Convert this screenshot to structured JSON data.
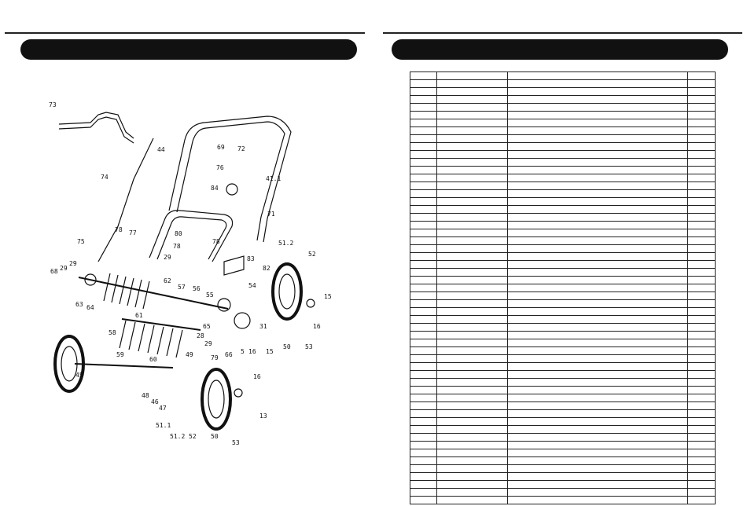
{
  "left_page": {
    "title": ""
  },
  "right_page": {
    "title": ""
  },
  "diagram_labels": {
    "l73": "73",
    "l74": "74",
    "l44": "44",
    "l69": "69",
    "l72": "72",
    "l76": "76",
    "l41_1": "41.1",
    "l84": "84",
    "l71": "71",
    "l78a": "78",
    "l77": "77",
    "l80": "80",
    "l78b": "78",
    "l75": "75",
    "l29a": "29",
    "l29b": "29",
    "l68": "68",
    "l63": "63",
    "l64": "64",
    "l29c": "29",
    "l78c": "78",
    "l83": "83",
    "l82": "82",
    "l51_2a": "51.2",
    "l52a": "52",
    "l62": "62",
    "l57": "57",
    "l56": "56",
    "l54": "54",
    "l55": "55",
    "l15a": "15",
    "l61": "61",
    "l58": "58",
    "l59": "59",
    "l60": "60",
    "l65": "65",
    "l29d": "29",
    "l28": "28",
    "l79": "79",
    "l66": "66",
    "l5": "5",
    "l16a": "16",
    "l15b": "15",
    "l31": "31",
    "l50a": "50",
    "l53a": "53",
    "l16b": "16",
    "l49": "49",
    "l45": "45",
    "l48": "48",
    "l46": "46",
    "l47": "47",
    "l51_1": "51.1",
    "l51_2b": "51.2",
    "l52b": "52",
    "l50b": "50",
    "l53b": "53",
    "l16c": "16",
    "l13": "13"
  },
  "parts_table": {
    "row_count": 55,
    "col_count": 4
  }
}
